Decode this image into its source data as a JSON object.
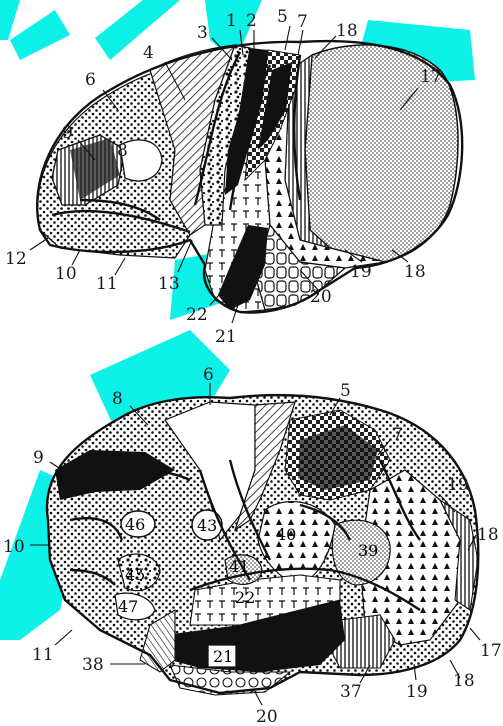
{
  "colors": {
    "watermark": "#00f0e6",
    "ink": "#111111",
    "paper": "#ffffff"
  },
  "top_figure": {
    "labels": [
      "1",
      "2",
      "3",
      "4",
      "5",
      "6",
      "7",
      "8",
      "9",
      "10",
      "11",
      "12",
      "13",
      "17",
      "18",
      "18",
      "19",
      "20",
      "21",
      "22"
    ]
  },
  "bottom_figure": {
    "labels": [
      "5",
      "6",
      "7",
      "8",
      "9",
      "10",
      "11",
      "17",
      "18",
      "18",
      "19",
      "19",
      "20",
      "37",
      "38"
    ],
    "inner_labels": [
      "46",
      "43",
      "45",
      "47",
      "40",
      "39",
      "41",
      "22",
      "21"
    ]
  }
}
